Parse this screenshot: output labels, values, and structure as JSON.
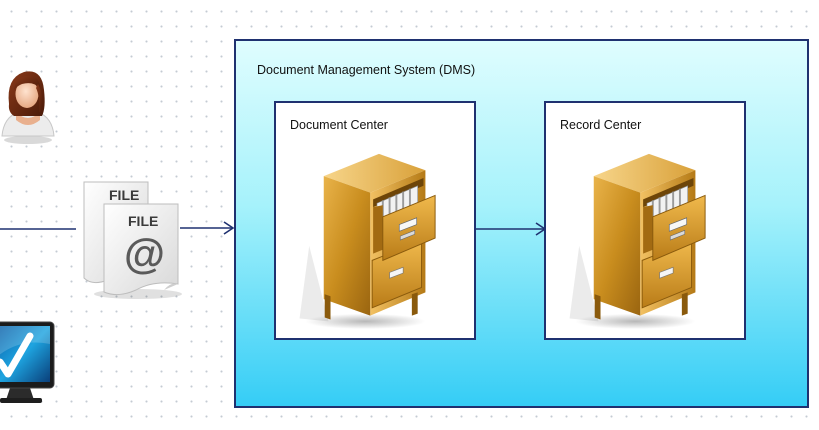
{
  "dms": {
    "title": "Document Management System (DMS)",
    "document_center": {
      "label": "Document Center"
    },
    "record_center": {
      "label": "Record Center"
    }
  },
  "files": {
    "back_label": "FILE",
    "front_label": "FILE",
    "symbol": "@"
  },
  "icons": {
    "user": "user-icon",
    "monitor": "monitor-check-icon",
    "file_stack": "email-file-icon",
    "cabinet": "filing-cabinet-icon",
    "arrow": "arrow-right-icon"
  },
  "colors": {
    "border": "#1f3170",
    "connector": "#1f3170",
    "dms_top": "#dffdfe",
    "dms_bottom": "#35cdf6",
    "cabinet_wood": "#c98d1e"
  }
}
